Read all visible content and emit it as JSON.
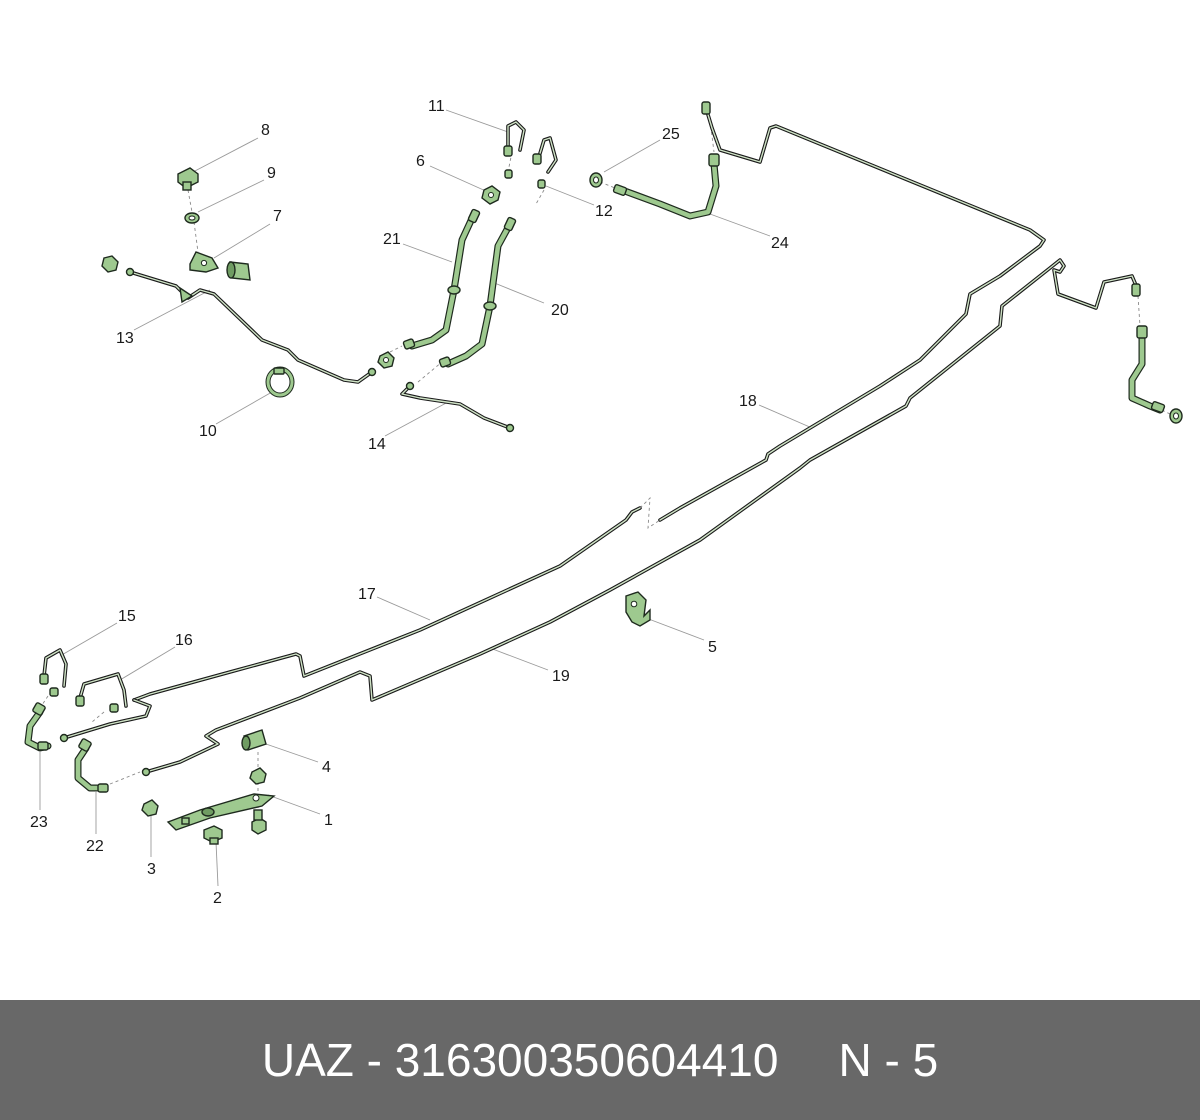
{
  "diagram": {
    "callouts": {
      "c1": "1",
      "c2": "2",
      "c3": "3",
      "c4": "4",
      "c5": "5",
      "c6": "6",
      "c7": "7",
      "c8": "8",
      "c9": "9",
      "c10": "10",
      "c11": "11",
      "c12": "12",
      "c13": "13",
      "c14": "14",
      "c15": "15",
      "c16": "16",
      "c17": "17",
      "c18": "18",
      "c19": "19",
      "c20": "20",
      "c21": "21",
      "c22": "22",
      "c23": "23",
      "c24": "24",
      "c25": "25"
    },
    "colors": {
      "part_fill": "#9ec98f",
      "outline": "#1e2a1e",
      "footer_bg": "#686868"
    }
  },
  "footer": {
    "part_text": "UAZ - 316300350604410",
    "position_text": "N - 5"
  }
}
